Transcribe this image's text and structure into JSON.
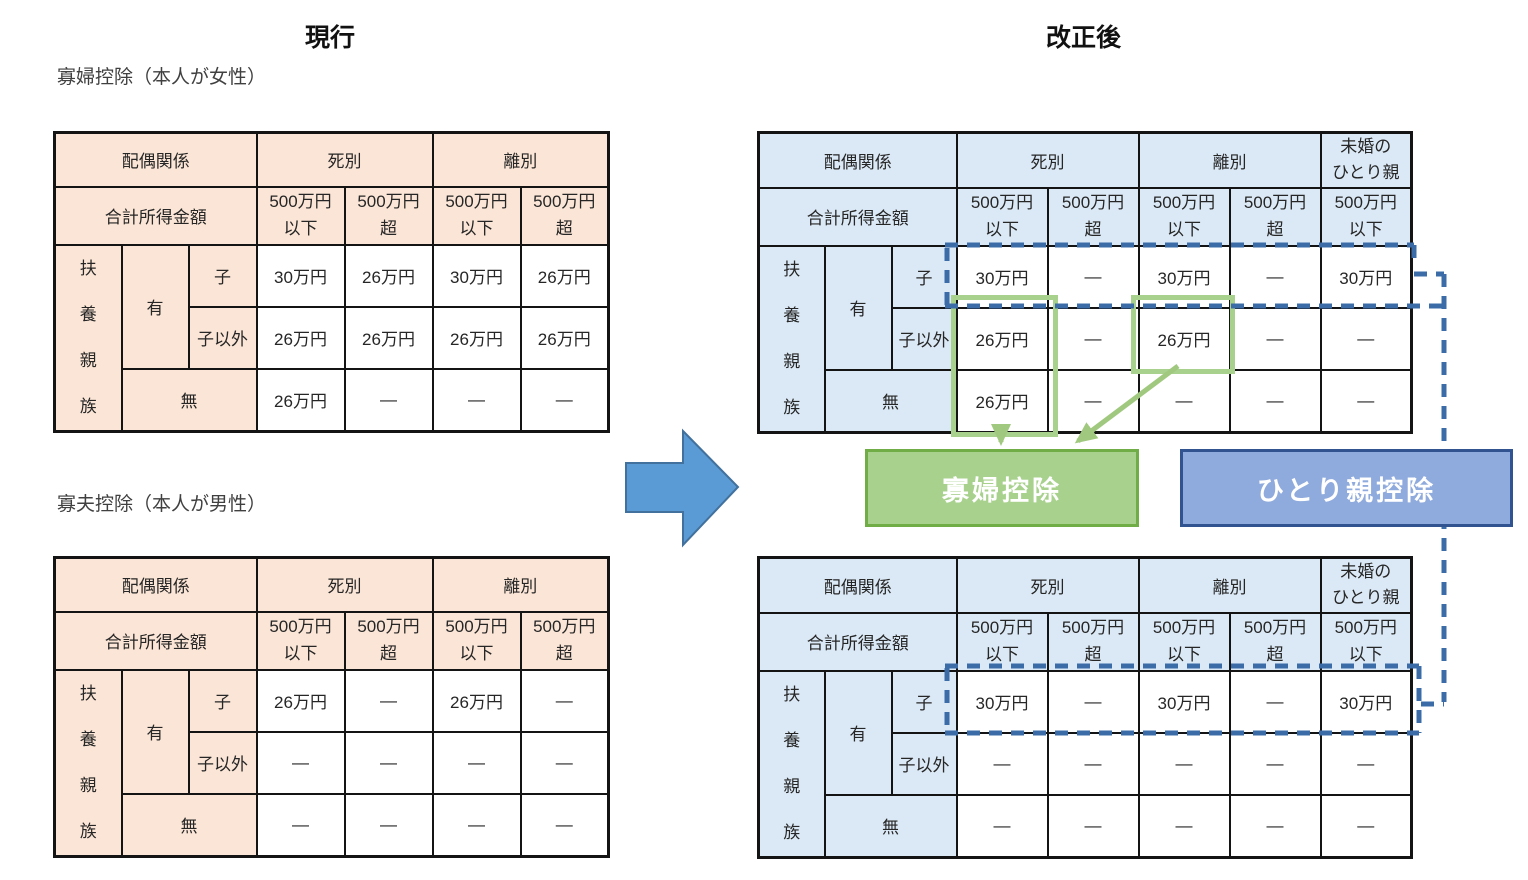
{
  "headings": {
    "current": "現行",
    "revised": "改正後"
  },
  "section_labels": {
    "current_widow": "寡婦控除（本人が女性）",
    "current_widower": "寡夫控除（本人が男性）"
  },
  "labels": {
    "relationship": "配偶関係",
    "total_income": "合計所得金額",
    "bereavement": "死別",
    "divorce": "離別",
    "unmarried_single_parent": "未婚の\nひとり親",
    "under_5m": "500万円\n以下",
    "over_5m": "500万円\n超",
    "dependents": "扶養親族",
    "has_dependents": "有",
    "no_dependents": "無",
    "child": "子",
    "other_than_child": "子以外"
  },
  "tables": {
    "current_widow": {
      "child": [
        "30万円",
        "26万円",
        "30万円",
        "26万円"
      ],
      "other": [
        "26万円",
        "26万円",
        "26万円",
        "26万円"
      ],
      "none": [
        "26万円",
        "—",
        "—",
        "—"
      ]
    },
    "current_widower": {
      "child": [
        "26万円",
        "—",
        "26万円",
        "—"
      ],
      "other": [
        "—",
        "—",
        "—",
        "—"
      ],
      "none": [
        "—",
        "—",
        "—",
        "—"
      ]
    },
    "revised_widow": {
      "child": [
        "30万円",
        "—",
        "30万円",
        "—",
        "30万円"
      ],
      "other": [
        "26万円",
        "—",
        "26万円",
        "—",
        "—"
      ],
      "none": [
        "26万円",
        "—",
        "—",
        "—",
        "—"
      ]
    },
    "revised_single_parent": {
      "child": [
        "30万円",
        "—",
        "30万円",
        "—",
        "30万円"
      ],
      "other": [
        "—",
        "—",
        "—",
        "—",
        "—"
      ],
      "none": [
        "—",
        "—",
        "—",
        "—",
        "—"
      ]
    }
  },
  "callouts": {
    "widow_deduction": "寡婦控除",
    "single_parent_deduction": "ひとり親控除"
  },
  "colors": {
    "peach_header": "#fbe5d6",
    "blue_header": "#dbe9f6",
    "green_fill": "#a9d18e",
    "green_border": "#70ad47",
    "blue_box_fill": "#8faadc",
    "blue_box_border": "#31538f",
    "big_arrow_fill": "#5b9bd5",
    "big_arrow_border": "#41719c",
    "dash_line": "#3b6ca8"
  }
}
